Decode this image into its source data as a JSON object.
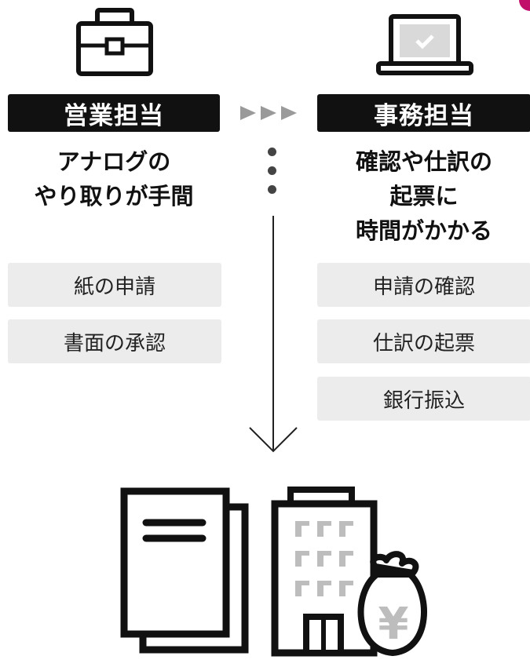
{
  "left": {
    "header": "営業担当",
    "description": [
      "アナログの",
      "やり取りが手間"
    ],
    "tasks": [
      "紙の申請",
      "書面の承認"
    ]
  },
  "right": {
    "header": "事務担当",
    "description": [
      "確認や仕訳の",
      "起票に",
      "時間がかかる"
    ],
    "tasks": [
      "申請の確認",
      "仕訳の起票",
      "銀行振込"
    ]
  },
  "icons": {
    "left_top": "briefcase-icon",
    "right_top": "laptop-check-icon",
    "bottom_left": "documents-icon",
    "bottom_right": "bank-building-money-bag-icon",
    "money_symbol": "¥"
  },
  "colors": {
    "accent": "#c0106a",
    "header_bg": "#111111",
    "task_bg": "#ececec"
  }
}
